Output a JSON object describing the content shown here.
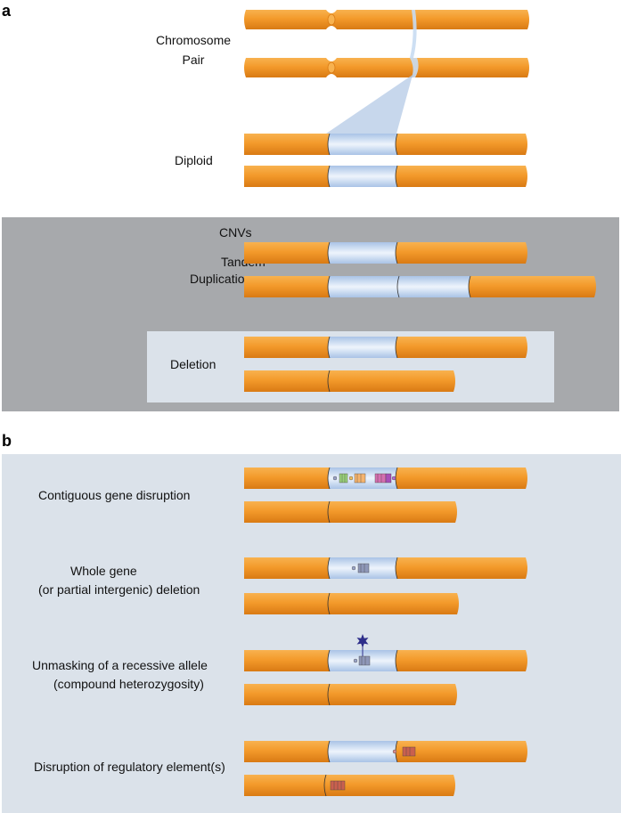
{
  "panel_a": {
    "letter": "a",
    "chromosome_pair_label_line1": "Chromosome",
    "chromosome_pair_label_line2": "Pair",
    "diploid_label": "Diploid",
    "cnvs_label": "CNVs",
    "tandem_label_line1": "Tandem",
    "tandem_label_line2": "Duplication",
    "deletion_label": "Deletion"
  },
  "panel_b": {
    "letter": "b",
    "contiguous_label": "Contiguous gene disruption",
    "whole_gene_label_line1": "Whole gene",
    "whole_gene_label_line2": "(or partial intergenic) deletion",
    "unmasking_label_line1": "Unmasking of a recessive allele",
    "unmasking_label_line2": "(compound heterozygosity)",
    "regulatory_label": "Disruption of regulatory element(s)"
  },
  "colors": {
    "chromosome": "#f39a2b",
    "segment": "#dce8f8",
    "panel_a_box": "#a7a9ac",
    "deletion_box": "#dbe2ea",
    "panel_b_box": "#dbe2ea",
    "mutation_star": "#2e2e8a",
    "regulatory_element": "#c9604e"
  }
}
